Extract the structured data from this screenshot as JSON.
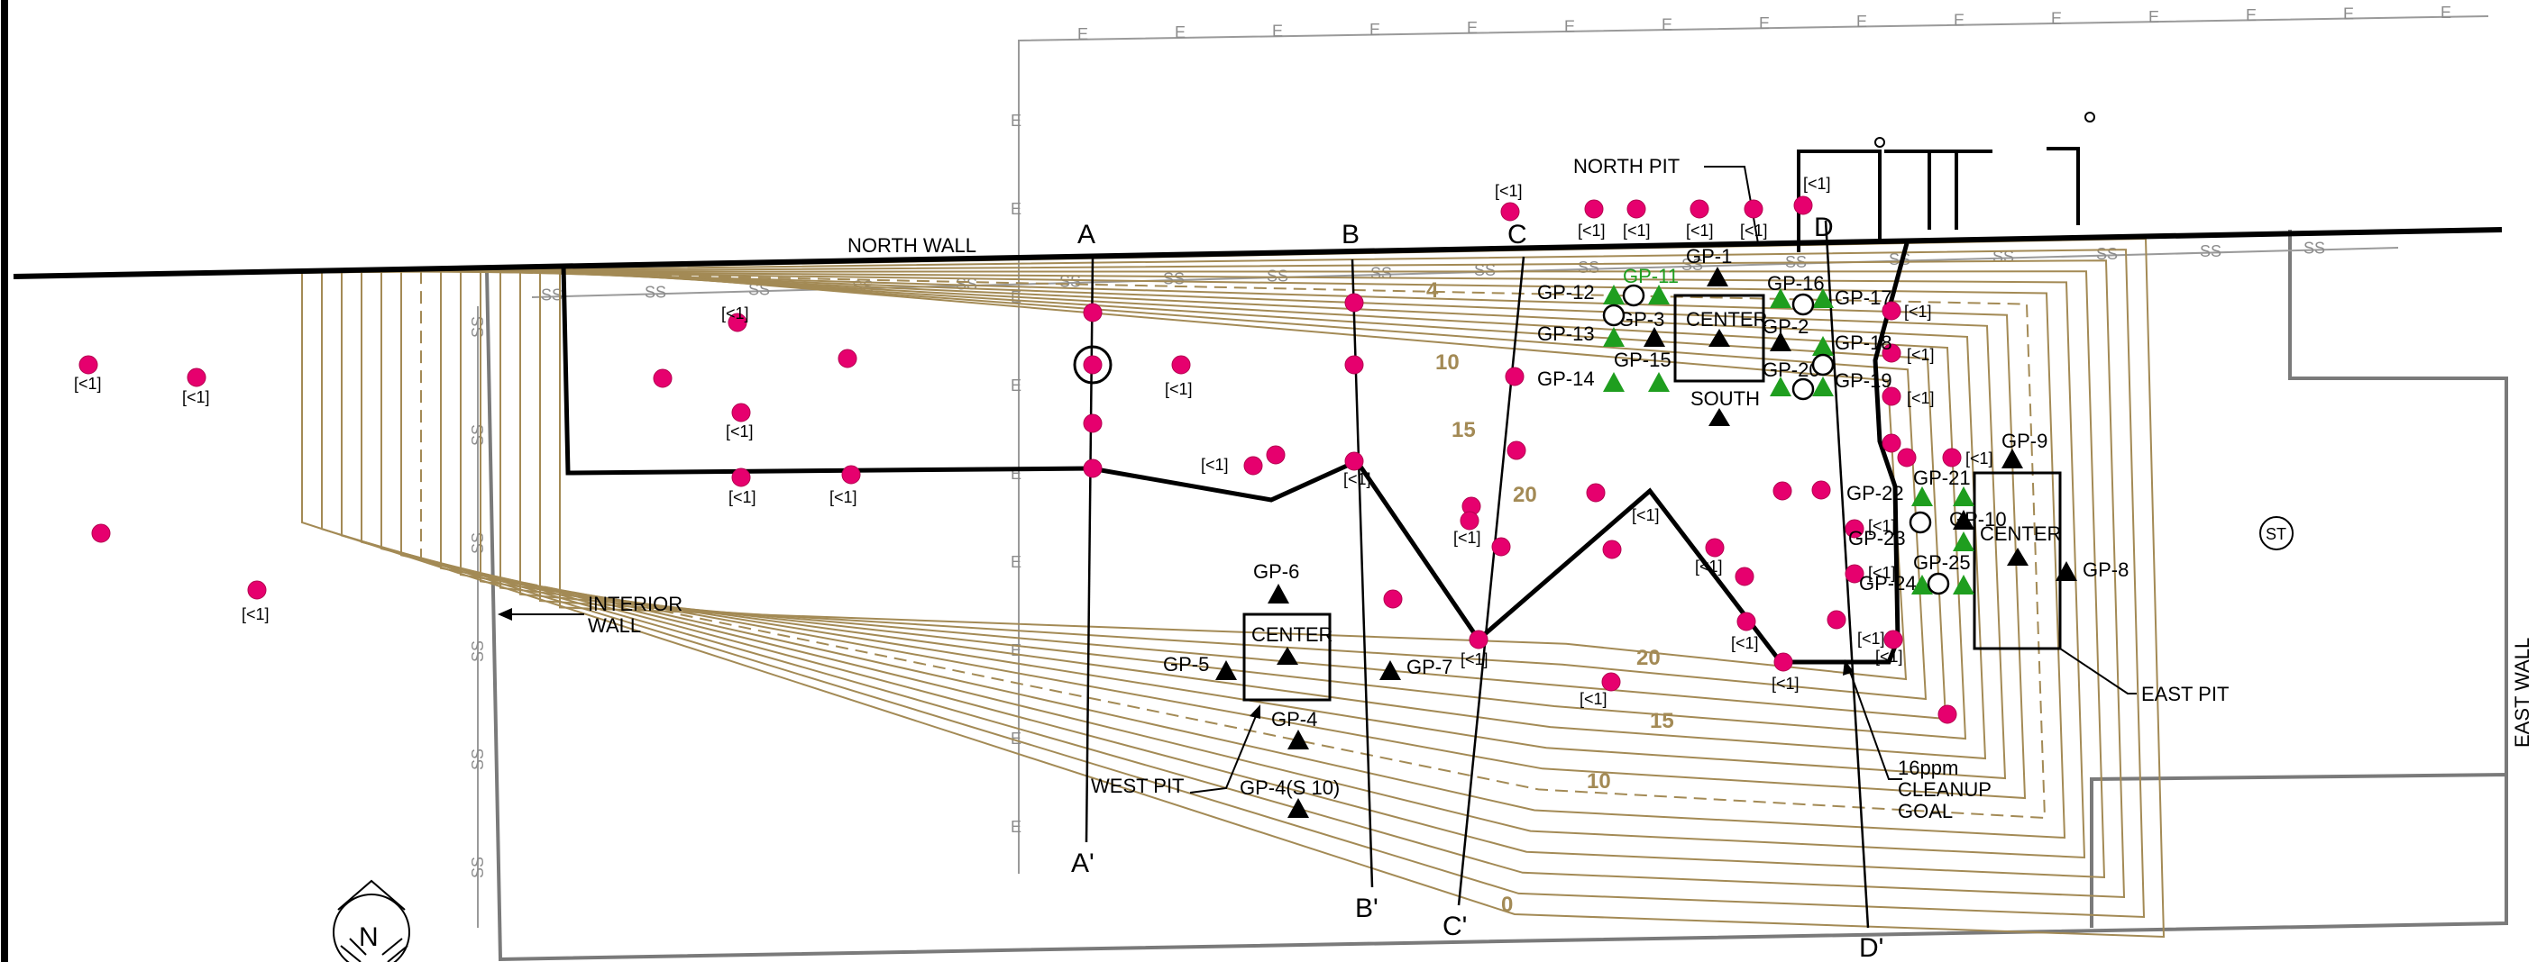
{
  "labels": {
    "north_wall": "NORTH WALL",
    "north_pit": "NORTH PIT",
    "south": "SOUTH",
    "west_pit": "WEST PIT",
    "east_pit": "EAST PIT",
    "interior_wall_1": "INTERIOR",
    "interior_wall_2": "WALL",
    "east_wall": "EAST WALL",
    "cleanup_1": "16ppm",
    "cleanup_2": "CLEANUP",
    "cleanup_3": "GOAL",
    "center": "CENTER",
    "north_arrow": "N",
    "storm": "ST"
  },
  "sections": [
    "A",
    "B",
    "C",
    "D",
    "A'",
    "B'",
    "C'",
    "D'"
  ],
  "contour_values": [
    "4",
    "10",
    "15",
    "20",
    "20",
    "15",
    "10",
    "0"
  ],
  "utility_codes": {
    "electric": "E",
    "sewer": "SS"
  },
  "sample_result": "[<1]",
  "probes": [
    "GP-1",
    "GP-2",
    "GP-3",
    "GP-4",
    "GP-4(S 10)",
    "GP-5",
    "GP-6",
    "GP-7",
    "GP-8",
    "GP-9",
    "GP-10",
    "GP-11",
    "GP-12",
    "GP-13",
    "GP-14",
    "GP-15",
    "GP-16",
    "GP-17",
    "GP-18",
    "GP-19",
    "GP-20",
    "GP-21",
    "GP-22",
    "GP-23",
    "GP-24",
    "GP-25"
  ],
  "colors": {
    "contour": "#a38a55",
    "sample": "#e6006e",
    "probe_green": "#1f9e1f",
    "wall": "#000000",
    "utility": "#9a9a9a",
    "outline": "#7a7a7a"
  }
}
